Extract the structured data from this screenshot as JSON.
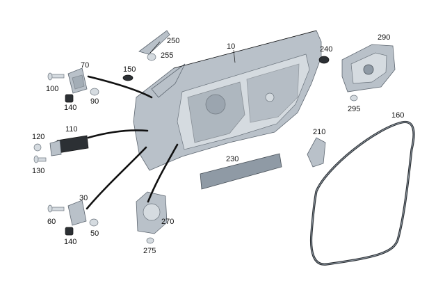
{
  "diagram": {
    "callouts": [
      {
        "id": "c10",
        "label": "10"
      },
      {
        "id": "c30",
        "label": "30"
      },
      {
        "id": "c50",
        "label": "50"
      },
      {
        "id": "c60",
        "label": "60"
      },
      {
        "id": "c70",
        "label": "70"
      },
      {
        "id": "c90",
        "label": "90"
      },
      {
        "id": "c100",
        "label": "100"
      },
      {
        "id": "c110",
        "label": "110"
      },
      {
        "id": "c120",
        "label": "120"
      },
      {
        "id": "c130",
        "label": "130"
      },
      {
        "id": "c140a",
        "label": "140"
      },
      {
        "id": "c140b",
        "label": "140"
      },
      {
        "id": "c150",
        "label": "150"
      },
      {
        "id": "c160",
        "label": "160"
      },
      {
        "id": "c210",
        "label": "210"
      },
      {
        "id": "c230",
        "label": "230"
      },
      {
        "id": "c240",
        "label": "240"
      },
      {
        "id": "c250",
        "label": "250"
      },
      {
        "id": "c255",
        "label": "255"
      },
      {
        "id": "c270",
        "label": "270"
      },
      {
        "id": "c275",
        "label": "275"
      },
      {
        "id": "c290",
        "label": "290"
      },
      {
        "id": "c295",
        "label": "295"
      }
    ]
  }
}
